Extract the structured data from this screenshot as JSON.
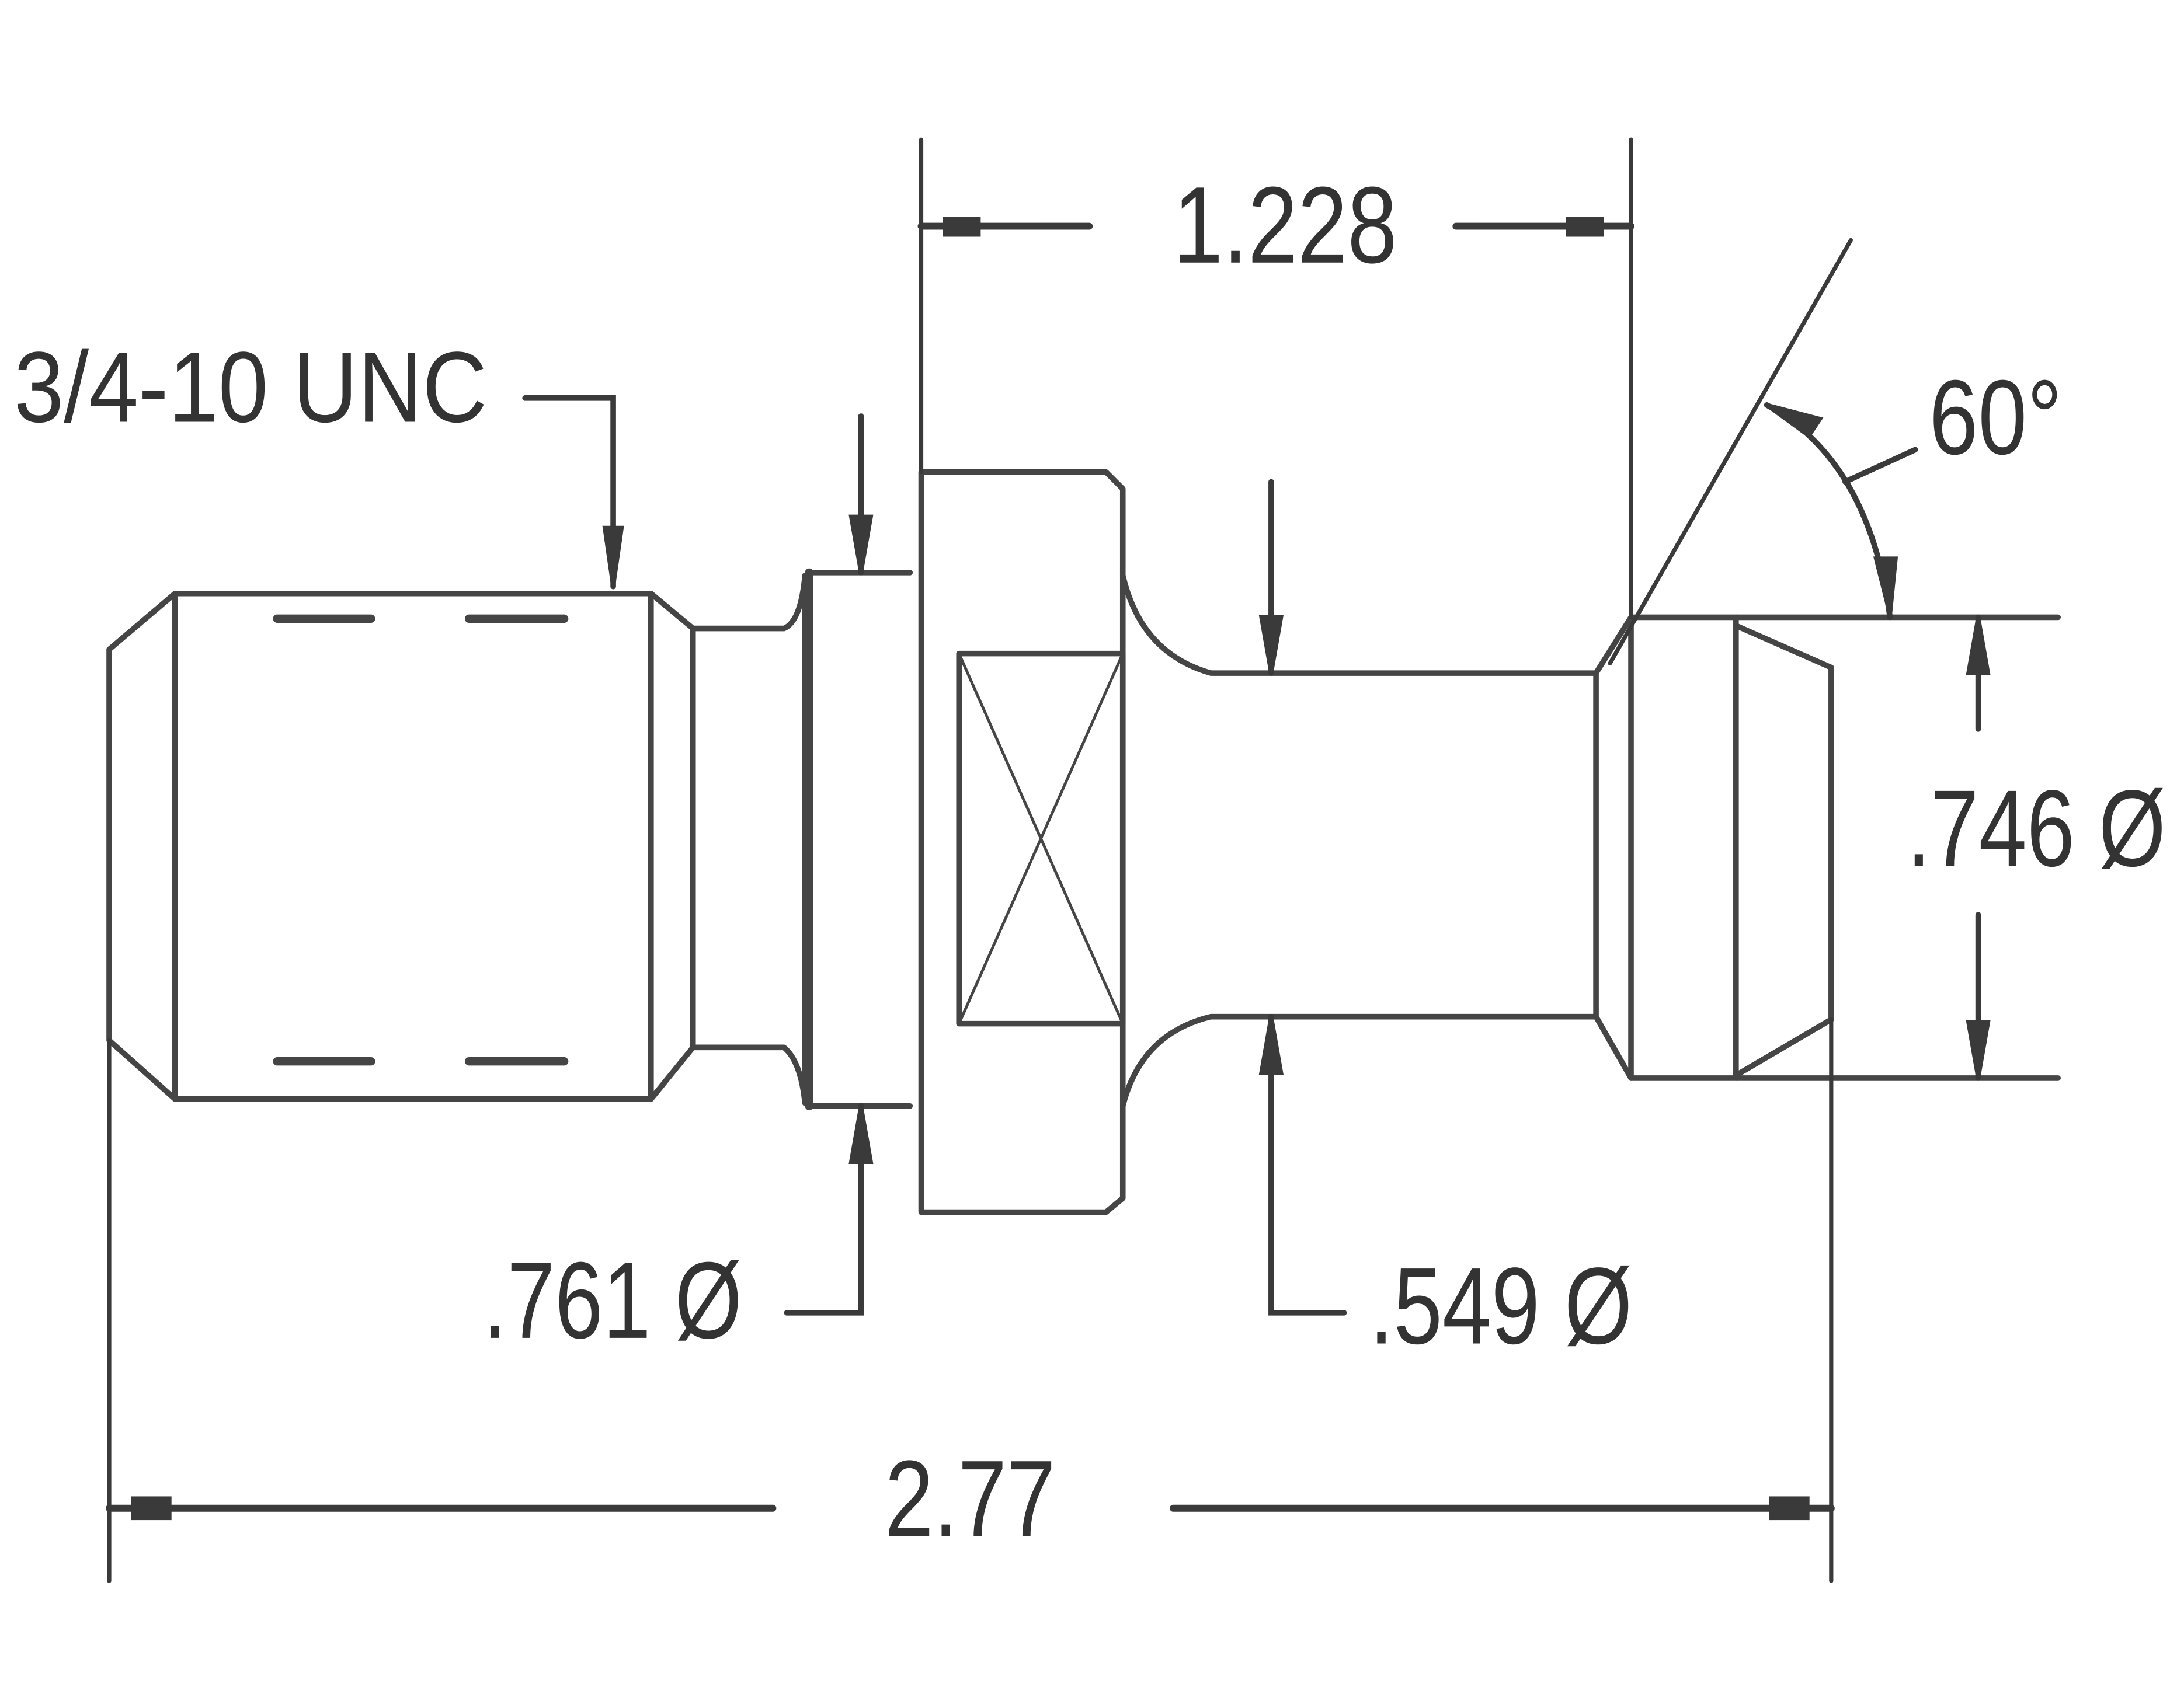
{
  "drawing": {
    "thread_callout": "3/4-10 UNC",
    "overall_length": "2.77",
    "flange_to_head_length": "1.228",
    "head_angle": "60°",
    "head_diameter": ".746 Ø",
    "neck_diameter": ".549 Ø",
    "collar_diameter": ".761 Ø"
  }
}
